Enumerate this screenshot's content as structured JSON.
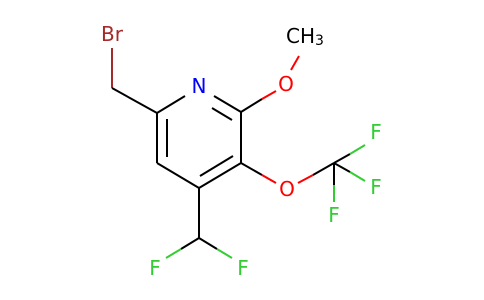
{
  "molecule": {
    "atoms": {
      "bromine": {
        "label": "Br",
        "color": "#a52a2a"
      },
      "nitrogen": {
        "label": "N",
        "color": "#0000ff"
      },
      "methoxy_oxygen": {
        "label": "O",
        "color": "#ff0000"
      },
      "methyl": {
        "label": "CH",
        "subscript": "3",
        "color": "#000000"
      },
      "ether_oxygen": {
        "label": "O",
        "color": "#ff0000"
      },
      "cf3_f_top": {
        "label": "F",
        "color": "#33cc33"
      },
      "cf3_f_right": {
        "label": "F",
        "color": "#33cc33"
      },
      "cf3_f_bottom": {
        "label": "F",
        "color": "#33cc33"
      },
      "chf2_f_left": {
        "label": "F",
        "color": "#33cc33"
      },
      "chf2_f_right": {
        "label": "F",
        "color": "#33cc33"
      }
    }
  }
}
